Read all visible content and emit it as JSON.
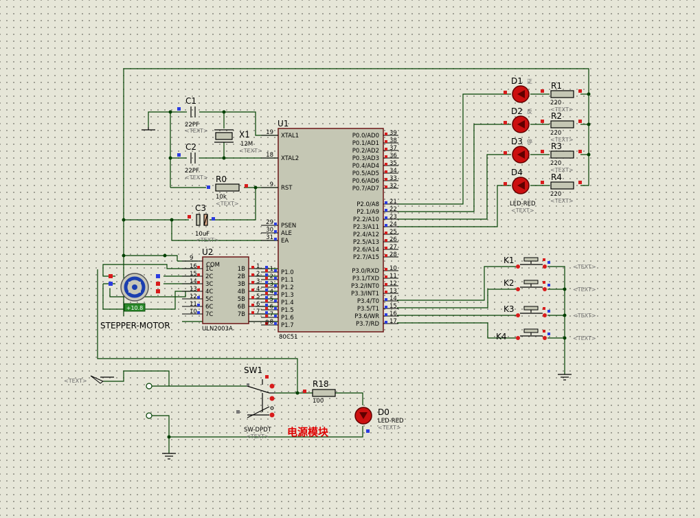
{
  "mcu": {
    "ref": "U1",
    "part": "80C51",
    "left_pins": [
      {
        "name": "XTAL1",
        "num": "19"
      },
      {
        "name": "XTAL2",
        "num": "18"
      },
      {
        "name": "RST",
        "num": "9"
      },
      {
        "name": "PSEN",
        "num": "29"
      },
      {
        "name": "ALE",
        "num": "30"
      },
      {
        "name": "EA",
        "num": "31"
      },
      {
        "name": "P1.0",
        "num": "1"
      },
      {
        "name": "P1.1",
        "num": "2"
      },
      {
        "name": "P1.2",
        "num": "3"
      },
      {
        "name": "P1.3",
        "num": "4"
      },
      {
        "name": "P1.4",
        "num": "5"
      },
      {
        "name": "P1.5",
        "num": "6"
      },
      {
        "name": "P1.6",
        "num": "7"
      },
      {
        "name": "P1.7",
        "num": "8"
      }
    ],
    "right_pins": [
      {
        "name": "P0.0/AD0",
        "num": "39"
      },
      {
        "name": "P0.1/AD1",
        "num": "38"
      },
      {
        "name": "P0.2/AD2",
        "num": "37"
      },
      {
        "name": "P0.3/AD3",
        "num": "36"
      },
      {
        "name": "P0.4/AD4",
        "num": "35"
      },
      {
        "name": "P0.5/AD5",
        "num": "34"
      },
      {
        "name": "P0.6/AD6",
        "num": "33"
      },
      {
        "name": "P0.7/AD7",
        "num": "32"
      },
      {
        "name": "P2.0/A8",
        "num": "21"
      },
      {
        "name": "P2.1/A9",
        "num": "22"
      },
      {
        "name": "P2.2/A10",
        "num": "23"
      },
      {
        "name": "P2.3/A11",
        "num": "24"
      },
      {
        "name": "P2.4/A12",
        "num": "25"
      },
      {
        "name": "P2.5/A13",
        "num": "26"
      },
      {
        "name": "P2.6/A14",
        "num": "27"
      },
      {
        "name": "P2.7/A15",
        "num": "28"
      },
      {
        "name": "P3.0/RXD",
        "num": "10"
      },
      {
        "name": "P3.1/TXD",
        "num": "11"
      },
      {
        "name": "P3.2/INT0",
        "num": "12"
      },
      {
        "name": "P3.3/INT1",
        "num": "13"
      },
      {
        "name": "P3.4/T0",
        "num": "14"
      },
      {
        "name": "P3.5/T1",
        "num": "15"
      },
      {
        "name": "P3.6/WR",
        "num": "16"
      },
      {
        "name": "P3.7/RD",
        "num": "17"
      }
    ]
  },
  "driver": {
    "ref": "U2",
    "part": "ULN2003A",
    "com": "COM",
    "com_pin": "9",
    "inputs": [
      {
        "name": "1B",
        "num": "1"
      },
      {
        "name": "2B",
        "num": "2"
      },
      {
        "name": "3B",
        "num": "3"
      },
      {
        "name": "4B",
        "num": "4"
      },
      {
        "name": "5B",
        "num": "5"
      },
      {
        "name": "6B",
        "num": "6"
      },
      {
        "name": "7B",
        "num": "7"
      }
    ],
    "outputs": [
      {
        "name": "1C",
        "num": "16"
      },
      {
        "name": "2C",
        "num": "15"
      },
      {
        "name": "3C",
        "num": "14"
      },
      {
        "name": "4C",
        "num": "13"
      },
      {
        "name": "5C",
        "num": "12"
      },
      {
        "name": "6C",
        "num": "11"
      },
      {
        "name": "7C",
        "num": "10"
      }
    ],
    "gnd_pin": "8"
  },
  "motor": {
    "label": "STEPPER-MOTOR",
    "readout": "+10.8"
  },
  "crystal": {
    "ref": "X1",
    "value": "12M"
  },
  "caps": [
    {
      "ref": "C1",
      "value": "22PF"
    },
    {
      "ref": "C2",
      "value": "22PF"
    },
    {
      "ref": "C3",
      "value": "10uF"
    }
  ],
  "r0": {
    "ref": "R0",
    "value": "10k"
  },
  "leds": [
    {
      "ref": "D1",
      "note": "正"
    },
    {
      "ref": "D2",
      "note": "反"
    },
    {
      "ref": "D3",
      "note": "停"
    },
    {
      "ref": "D4",
      "part": "LED-RED"
    }
  ],
  "resistors": [
    {
      "ref": "R1",
      "value": "220"
    },
    {
      "ref": "R2",
      "value": "220"
    },
    {
      "ref": "R3",
      "value": "220"
    },
    {
      "ref": "R4",
      "value": "220"
    }
  ],
  "keys": [
    "K1",
    "K2",
    "K3",
    "K4"
  ],
  "power": {
    "switch_ref": "SW1",
    "switch_part": "SW-DPDT",
    "r18_ref": "R18",
    "r18_value": "100",
    "led_ref": "D0",
    "led_part": "LED-RED",
    "module_label": "电源模块"
  },
  "text_placeholder": "<TEXT>",
  "colors": {
    "wire": "#004000",
    "pin_red": "#d81c1c",
    "pin_blue": "#2b3be0",
    "part_border": "#6b1414",
    "led": "#cc1010",
    "module_label": "#e00000"
  }
}
